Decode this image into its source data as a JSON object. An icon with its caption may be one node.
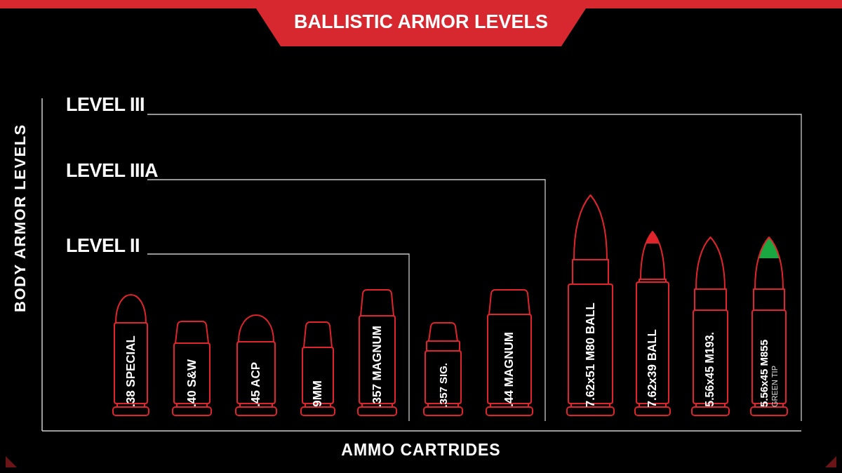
{
  "diagram": {
    "title": "BALLISTIC ARMOR LEVELS",
    "nodes": [
      {
        "text": [
          ".38 SPECIAL"
        ]
      },
      {
        "text": [
          ".40 S&W"
        ]
      },
      {
        "text": [
          ".45 ACP"
        ]
      },
      {
        "text": [
          "9MM"
        ]
      },
      {
        "text": [
          ".357 MAGNUM"
        ]
      },
      {
        "text": [
          ".357 SIG."
        ]
      },
      {
        "text": [
          ".44 MAGNUM"
        ]
      },
      {
        "text": [
          "7.62x51 M80 BALL"
        ]
      },
      {
        "text": [
          "7.62x39 BALL"
        ]
      },
      {
        "text": [
          "5.56x45 M193."
        ]
      },
      {
        "text": [
          "5.56x45 M855",
          "GREEN TIP"
        ]
      }
    ],
    "labels": [
      "LEVEL III",
      "LEVEL IIIA",
      "LEVEL II",
      "BODY ARMOR LEVELS",
      "AMMO CARTRIDES"
    ]
  }
}
